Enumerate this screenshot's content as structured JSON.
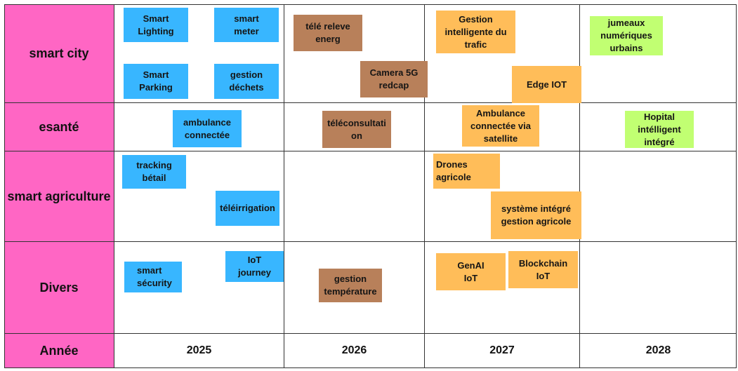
{
  "rows": {
    "smart_city": "smart  city",
    "esante": "esanté",
    "agriculture": "smart agriculture",
    "divers": "Divers",
    "annee": "Année"
  },
  "years": [
    "2025",
    "2026",
    "2027",
    "2028"
  ],
  "notes": {
    "smart_lighting": "Smart\nLighting",
    "smart_meter": "smart\nmeter",
    "smart_parking": "Smart\nParking",
    "gestion_dechets": "gestion\ndéchets",
    "tele_releve": "télé releve\nenerg",
    "camera_5g": "Camera 5G\nredcap",
    "gestion_trafic": "Gestion\nintelligente du\ntrafic",
    "edge_iot": "Edge IOT",
    "jumeaux": "jumeaux\nnumériques\nurbains",
    "ambulance_connectee": "ambulance\nconnectée",
    "teleconsultation": "téléconsultati\non",
    "ambulance_satellite": "Ambulance\nconnectée via\nsatellite",
    "hopital": "Hopital\nintélligent\nintégré",
    "tracking": "tracking\nbétail",
    "teleirrigation": "téléirrigation",
    "drones": "Drones\nagricole",
    "systeme_agricole": "système intégré\ngestion  agricole",
    "smart_security": "smart\nsécurity",
    "iot_journey": "IoT\njourney",
    "gestion_temperature": "gestion\ntempérature",
    "genai_iot": "GenAI\nIoT",
    "blockchain_iot": "Blockchain\nIoT"
  },
  "colors": {
    "header": "#ff66c4",
    "y2025": "#38b6ff",
    "y2026": "#b8805a",
    "y2027": "#ffbd59",
    "y2028": "#c1ff72"
  }
}
